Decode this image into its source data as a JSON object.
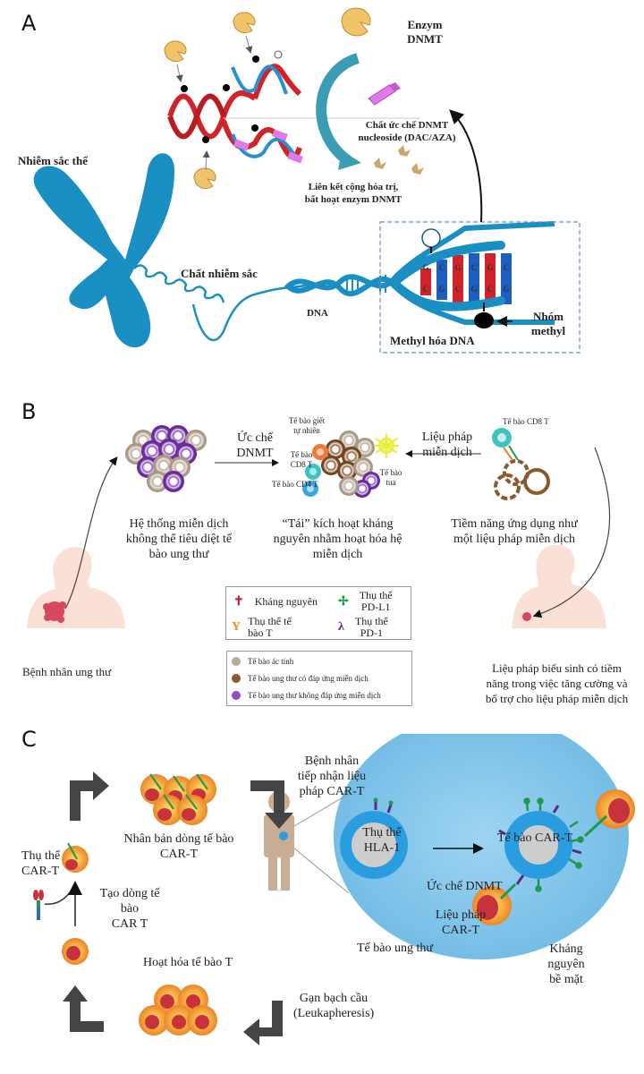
{
  "panels": {
    "a": {
      "label": "A",
      "enzyme_title": [
        "Enzym",
        "DNMT"
      ],
      "inhibitor": [
        "Chất ức chế DNMT",
        "nucleoside (DAC/AZA)"
      ],
      "covalent": [
        "Liên kết cộng hóa trị,",
        "bất hoạt enzym DNMT"
      ],
      "chromosome": "Nhiễm sắc thể",
      "chromatin": "Chất nhiễm sắc",
      "dna": "DNA",
      "methylation": "Methyl hóa DNA",
      "methyl_group": [
        "Nhóm",
        "methyl"
      ],
      "base_letters": [
        "G",
        "C",
        "G",
        "C",
        "G",
        "C",
        "C",
        "G",
        "C",
        "G",
        "C",
        "G"
      ]
    },
    "b": {
      "label": "B",
      "arrow1": [
        "Ức chế",
        "DNMT"
      ],
      "arrow2": [
        "Liệu pháp",
        "miễn dịch"
      ],
      "nk_cell": [
        "Tế bào giết",
        "tự nhiên"
      ],
      "cd8_cell": [
        "Tế bào",
        "CD8 T"
      ],
      "cd4_cell": "Tế bào CD4 T",
      "dendritic": [
        "Tế bào",
        "tua"
      ],
      "cd8_top": "Tế bào CD8 T",
      "caption1": [
        "Hệ thống miễn dịch",
        "không thể tiêu diệt tế",
        "bào ung thư"
      ],
      "caption2": [
        "“Tái” kích hoạt kháng",
        "nguyên nhằm hoạt hóa hệ",
        "miễn dịch"
      ],
      "caption3": [
        "Tiềm năng ứng dụng như",
        "một liệu pháp miễn dịch"
      ],
      "patient": "Bệnh nhân ung thư",
      "outcome": [
        "Liệu pháp biểu sinh có tiềm",
        "năng trong việc tăng cường và",
        "bổ trợ cho liệu pháp miễn dịch"
      ],
      "legend1": [
        {
          "label": "Kháng nguyên",
          "color": "#c0283a"
        },
        {
          "label": "Thụ thể\nPD-L1",
          "color": "#1e9a4a"
        },
        {
          "label": "Thụ thể tế\nbào T",
          "color": "#f08a24"
        },
        {
          "label": "Thụ thể\nPD-1",
          "color": "#5b2a86"
        }
      ],
      "legend2": [
        {
          "label": "Tế bào ác tính",
          "color": "#b8a99a"
        },
        {
          "label": "Tế bào ung thư có đáp ứng miễn dịch",
          "color": "#8a5a2e"
        },
        {
          "label": "Tế bào ung thư không đáp ứng miễn dịch",
          "color": "#8e4fbf"
        }
      ]
    },
    "c": {
      "label": "C",
      "expansion": [
        "Nhân bản dòng tế bào",
        "CAR-T"
      ],
      "receptor": [
        "Thụ thể",
        "CAR-T"
      ],
      "cloning": [
        "Tạo dòng tế bào",
        "CAR T"
      ],
      "activation": "Hoạt hóa tế bào T",
      "infusion": [
        "Bệnh nhân",
        "tiếp nhận liệu",
        "pháp CAR-T"
      ],
      "leukapheresis": [
        "Gạn bạch cầu",
        "(Leukapheresis)"
      ],
      "hla": [
        "Thụ thể",
        "HLA-1"
      ],
      "cart_cell": "Tế bào CAR-T",
      "dnmt_inhibit": "Ức chế DNMT",
      "cart_therapy": [
        "Liệu pháp",
        "CAR-T"
      ],
      "cancer_cell": "Tế bào ung thư",
      "surface_antigen": [
        "Kháng nguyên",
        "bề mặt"
      ]
    }
  },
  "colors": {
    "chromosome_blue": "#1a8fc4",
    "dna_red": "#d2232a",
    "dna_blue": "#1d5fc0",
    "enzyme_yellow": "#f2c46a",
    "inhibitor_pink": "#e07ae8",
    "teal_arrow": "#3a9db5",
    "skin": "#fbe0d6",
    "tumor": "#d7475d",
    "car_orange": "#f4a23a",
    "car_nucleus": "#c8323c",
    "zoom_bg": "#7fc4ea",
    "body_tan": "#c8ad94",
    "arrow_dark": "#444444"
  }
}
